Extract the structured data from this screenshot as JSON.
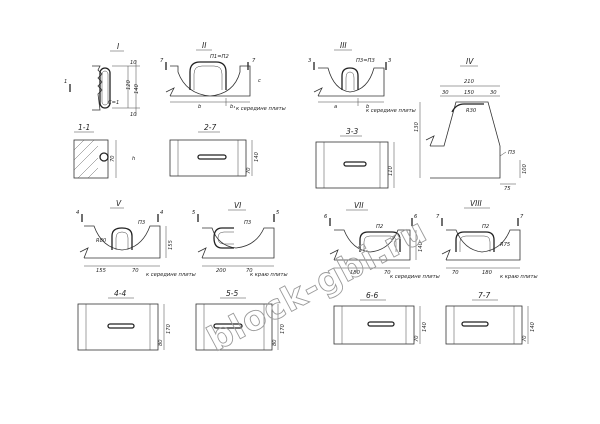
{
  "watermark": "block-gbi.ru",
  "sections": {
    "I": {
      "title": "I",
      "dims": [
        "120",
        "140",
        "10",
        "10"
      ],
      "mark": "1",
      "callout": "С=1"
    },
    "II": {
      "title": "II",
      "dims": [
        "b",
        "b₁",
        "c"
      ],
      "marks": [
        "7",
        "7"
      ],
      "callout": "П1=П2",
      "note": "к середине плиты"
    },
    "III": {
      "title": "III",
      "dims": [
        "a",
        "b"
      ],
      "marks": [
        "3",
        "3"
      ],
      "callout": "П3=П3",
      "note": "к середине плиты"
    },
    "IV": {
      "title": "IV",
      "dims": [
        "210",
        "30",
        "150",
        "30",
        "130",
        "R30",
        "75",
        "100"
      ],
      "callout": "П3"
    },
    "s11": {
      "title": "1-1",
      "dims": [
        "70",
        "h"
      ]
    },
    "s22": {
      "title": "2-7",
      "dims": [
        "140",
        "70"
      ]
    },
    "s33": {
      "title": "3-3",
      "dims": [
        "110"
      ]
    },
    "V": {
      "title": "V",
      "dims": [
        "R80",
        "155",
        "70",
        "155"
      ],
      "marks": [
        "4",
        "4"
      ],
      "callout": "П3",
      "note": "к середине плиты"
    },
    "VI": {
      "title": "VI",
      "dims": [
        "200",
        "70"
      ],
      "marks": [
        "5",
        "5"
      ],
      "callout": "П3",
      "note": "к краю плиты"
    },
    "VII": {
      "title": "VII",
      "dims": [
        "180",
        "70",
        "140"
      ],
      "marks": [
        "6",
        "6"
      ],
      "callout": "П2",
      "note": "к середине плиты"
    },
    "VIII": {
      "title": "VIII",
      "dims": [
        "70",
        "180",
        "R75"
      ],
      "marks": [
        "7",
        "7"
      ],
      "callout": "П2",
      "note": "к краю плиты"
    },
    "s44": {
      "title": "4-4",
      "dims": [
        "170",
        "80"
      ]
    },
    "s55": {
      "title": "5-5",
      "dims": [
        "170",
        "80"
      ]
    },
    "s66": {
      "title": "6-6",
      "dims": [
        "140",
        "70"
      ]
    },
    "s77": {
      "title": "7-7",
      "dims": [
        "140",
        "70"
      ]
    }
  }
}
